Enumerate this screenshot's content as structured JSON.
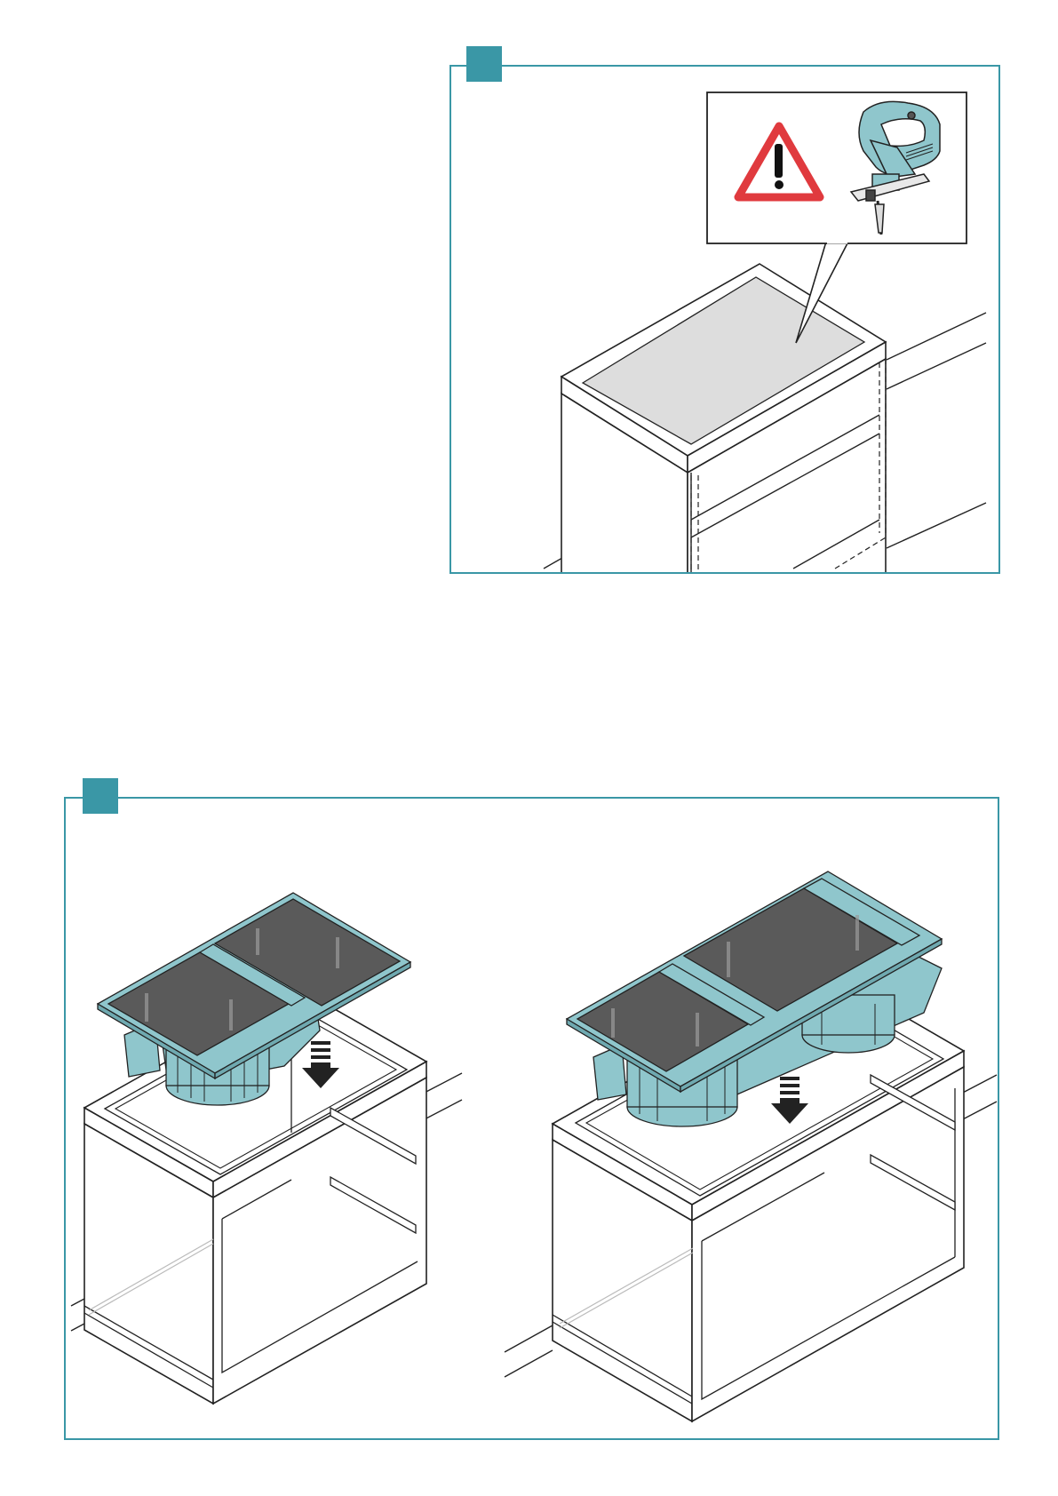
{
  "colors": {
    "accent": "#3a97a6",
    "appliance": "#8fc6cc",
    "warning": "#e03a3e",
    "glass": "#5a5a5a",
    "cutout": "#dddddd"
  },
  "panels": [
    {
      "id": "step-panel-top",
      "step_number": "",
      "callout_icons": [
        "warning-triangle-icon",
        "jigsaw-icon"
      ],
      "illustration": "worktop-cutout-on-cabinet"
    },
    {
      "id": "step-panel-bottom",
      "step_number": "",
      "illustrations": [
        "hob-insertion-small-cabinet",
        "hob-insertion-large-cabinet"
      ],
      "arrow_icons": [
        "down-arrow-icon",
        "down-arrow-icon"
      ]
    }
  ]
}
